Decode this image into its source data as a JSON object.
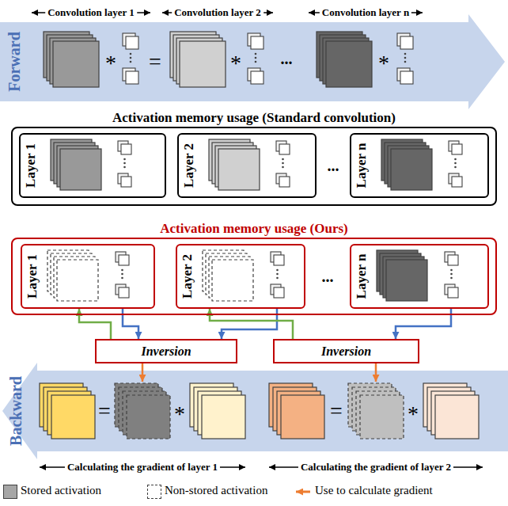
{
  "diagram": {
    "nodes": [
      {
        "text": [
          "Activation memory usage (Standard convolution)"
        ]
      },
      {
        "text": [
          "Layer 1"
        ],
        "in": 0
      },
      {
        "text": [
          "Layer 2"
        ],
        "in": 0
      },
      {
        "text": [
          "Layer n"
        ],
        "in": 0
      },
      {
        "text": [
          "Activation memory usage (Ours)"
        ]
      },
      {
        "text": [
          "Layer 1"
        ],
        "in": 4
      },
      {
        "text": [
          "Layer 2"
        ],
        "in": 4
      },
      {
        "text": [
          "Layer n"
        ],
        "in": 4
      },
      {
        "text": [
          "Inversion"
        ]
      },
      {
        "text": [
          "Inversion"
        ]
      }
    ],
    "edges": [
      {
        "from": 5,
        "to": 8,
        "arrow": "to"
      },
      {
        "from": 6,
        "to": 8,
        "arrow": "to"
      },
      {
        "from": 7,
        "to": 9,
        "arrow": "to"
      },
      {
        "from": 8,
        "to": 5,
        "arrow": "to"
      },
      {
        "from": 9,
        "to": 6,
        "arrow": "to"
      }
    ],
    "labels": [
      "Convolution layer 1",
      "Convolution layer 2",
      "Convolution layer n",
      "Forward",
      "*",
      "=",
      "*",
      "...",
      "*",
      "...",
      "...",
      "Backward",
      "=",
      "*",
      "=",
      "*",
      "Calculating the gradient of layer 1",
      "Calculating the gradient of layer 2"
    ],
    "legend": [
      {
        "text": "Stored activation",
        "color": "#a6a6a6"
      },
      {
        "text": "Non-stored activation"
      },
      {
        "text": "Use to calculate gradient"
      }
    ]
  }
}
